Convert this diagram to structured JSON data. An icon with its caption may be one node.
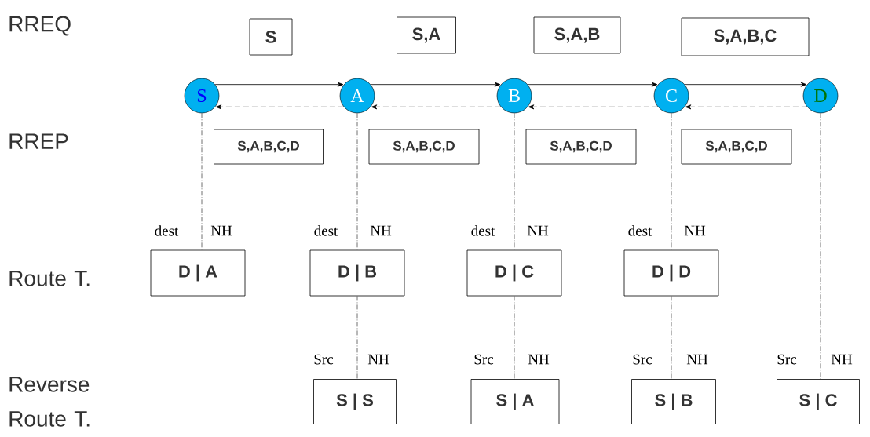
{
  "diagram": {
    "nodes": [
      {
        "text": [
          "S"
        ]
      },
      {
        "text": [
          "A"
        ]
      },
      {
        "text": [
          "B"
        ]
      },
      {
        "text": [
          "C"
        ]
      },
      {
        "text": [
          "D"
        ]
      },
      {
        "text": [
          "S"
        ]
      },
      {
        "text": [
          "S,A"
        ]
      },
      {
        "text": [
          "S,A,B"
        ]
      },
      {
        "text": [
          "S,A,B,C"
        ]
      },
      {
        "text": [
          "S,A,B,C,D"
        ]
      },
      {
        "text": [
          "S,A,B,C,D"
        ]
      },
      {
        "text": [
          "S,A,B,C,D"
        ]
      },
      {
        "text": [
          "S,A,B,C,D"
        ]
      },
      {
        "text": [
          "D | A"
        ],
        "beside": [
          "dest",
          "NH"
        ]
      },
      {
        "text": [
          "D | B"
        ],
        "beside": [
          "dest",
          "NH"
        ]
      },
      {
        "text": [
          "D | C"
        ],
        "beside": [
          "dest",
          "NH"
        ]
      },
      {
        "text": [
          "D | D"
        ],
        "beside": [
          "dest",
          "NH"
        ]
      },
      {
        "text": [
          "S | S"
        ],
        "beside": [
          "Src",
          "NH"
        ]
      },
      {
        "text": [
          "S | A"
        ],
        "beside": [
          "Src",
          "NH"
        ]
      },
      {
        "text": [
          "S | B"
        ],
        "beside": [
          "Src",
          "NH"
        ]
      },
      {
        "text": [
          "S | C"
        ],
        "beside": [
          "Src",
          "NH"
        ]
      }
    ],
    "edges": [
      {
        "from": 0,
        "to": 1,
        "arrow": "to"
      },
      {
        "from": 1,
        "to": 2,
        "arrow": "to"
      },
      {
        "from": 2,
        "to": 3,
        "arrow": "to"
      },
      {
        "from": 3,
        "to": 4,
        "arrow": "to"
      },
      {
        "from": 1,
        "to": 0,
        "arrow": "to",
        "style": "dashed"
      },
      {
        "from": 2,
        "to": 1,
        "arrow": "to",
        "style": "dashed"
      },
      {
        "from": 3,
        "to": 2,
        "arrow": "to",
        "style": "dashed"
      },
      {
        "from": 4,
        "to": 3,
        "arrow": "to",
        "style": "dashed"
      },
      {
        "from": 0,
        "to": 13,
        "arrow": "none",
        "style": "dashed"
      },
      {
        "from": 1,
        "to": 14,
        "arrow": "none",
        "style": "dashed"
      },
      {
        "from": 14,
        "to": 17,
        "arrow": "none",
        "style": "dashed"
      },
      {
        "from": 2,
        "to": 15,
        "arrow": "none",
        "style": "dashed"
      },
      {
        "from": 15,
        "to": 18,
        "arrow": "none",
        "style": "dashed"
      },
      {
        "from": 3,
        "to": 16,
        "arrow": "none",
        "style": "dashed"
      },
      {
        "from": 16,
        "to": 19,
        "arrow": "none",
        "style": "dashed"
      },
      {
        "from": 4,
        "to": 20,
        "arrow": "none",
        "style": "dashed"
      }
    ],
    "labels": [
      "RREQ",
      "RREP",
      "Route T.",
      "Reverse Route T."
    ]
  }
}
